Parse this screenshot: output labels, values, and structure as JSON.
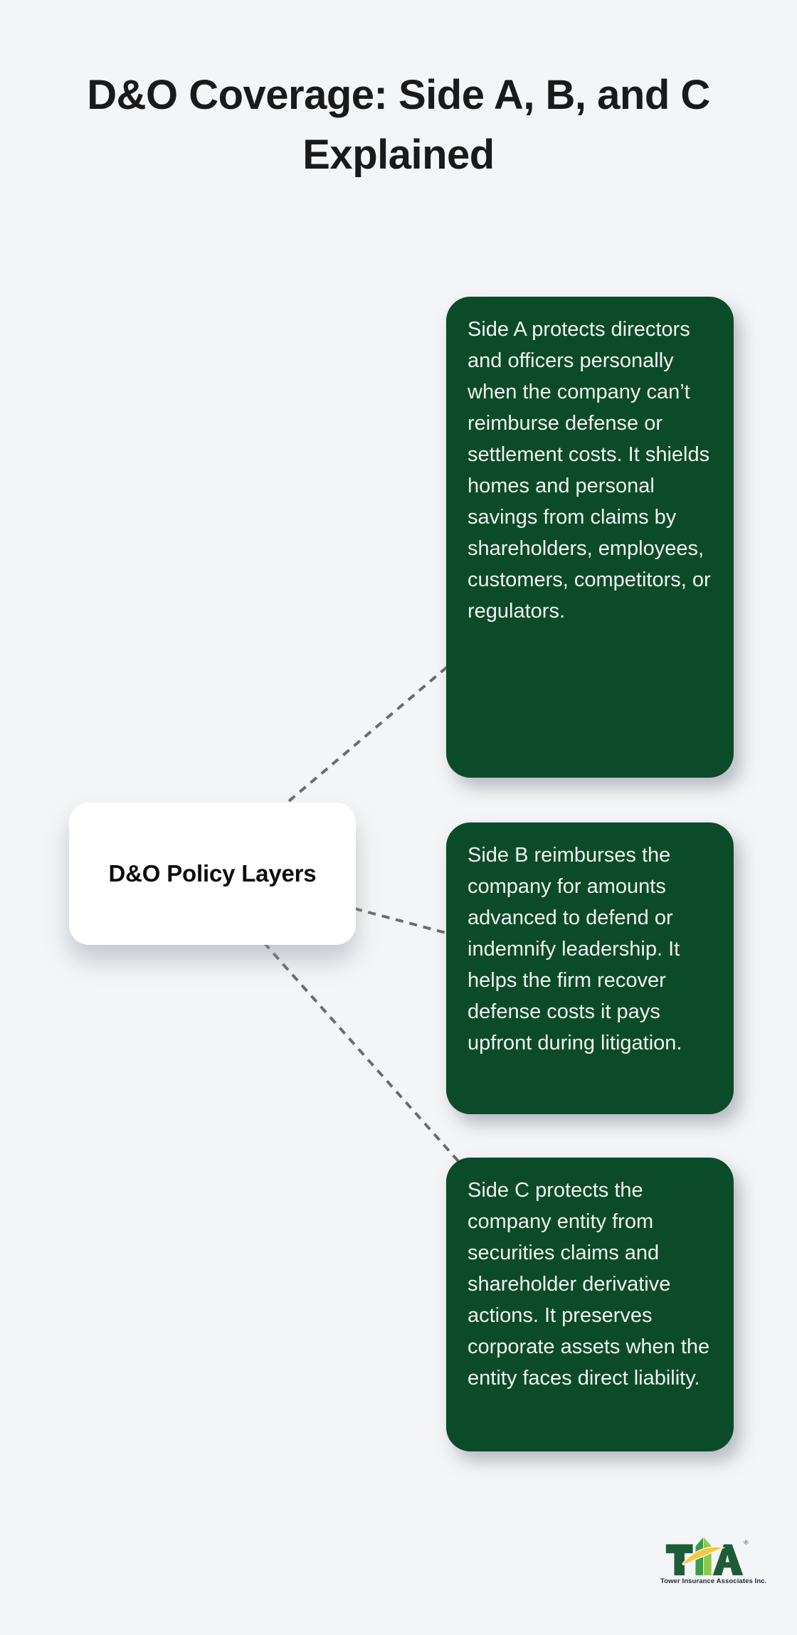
{
  "page": {
    "background_color": "#f4f5f7"
  },
  "title": {
    "text": "D&O Coverage: Side A, B, and C Explained",
    "line1": "D&O Coverage: Side A, B, and C",
    "line2": "Explained",
    "color": "#1a1a1a"
  },
  "diagram": {
    "root": {
      "label": "D&O Policy Layers",
      "bg_color": "#ffffff",
      "text_color": "#0d0d0d"
    },
    "nodes": [
      {
        "id": "side-a",
        "text": "Side A protects directors and officers personally when the company can’t reimburse defense or settlement costs. It shields homes and personal savings from claims by shareholders, employees, customers, competitors, or regulators.",
        "bg_color": "#0c4b2a",
        "text_color": "#f1f3f0"
      },
      {
        "id": "side-b",
        "text": "Side B reimburses the company for amounts advanced to defend or indemnify leadership. It helps the firm recover defense costs it pays upfront during litigation.",
        "bg_color": "#0c4b2a",
        "text_color": "#f1f3f0"
      },
      {
        "id": "side-c",
        "text": "Side C protects the company entity from securities claims and shareholder derivative actions. It preserves corporate assets when the entity faces direct liability.",
        "bg_color": "#0c4b2a",
        "text_color": "#f1f3f0"
      }
    ],
    "connector_color": "#6b6b6b"
  },
  "logo": {
    "brand": "TIA",
    "registered_mark": "®",
    "tagline": "Tower Insurance Associates Inc.",
    "colors": {
      "dark_green": "#1e5c38",
      "medium_green": "#3d9a47",
      "light_green": "#8fc74d",
      "yellow": "#f5c93f",
      "text": "#1c2733"
    }
  }
}
